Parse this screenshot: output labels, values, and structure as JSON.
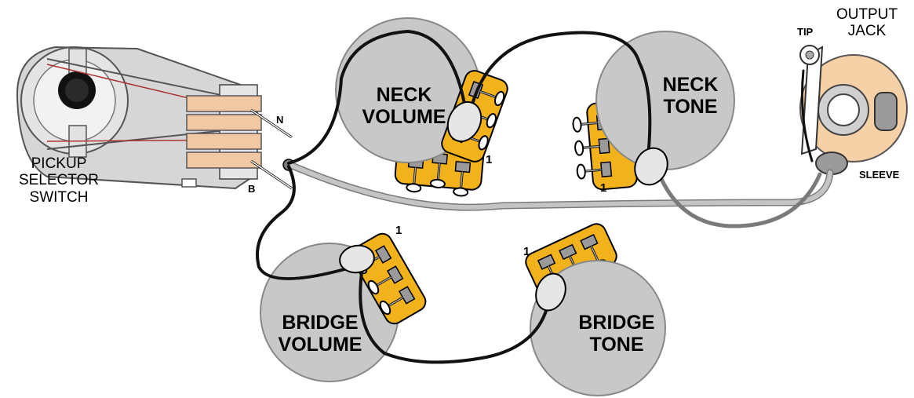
{
  "colors": {
    "pot_body": "#c8c8c8",
    "pot_outline": "#888888",
    "lug_plate": "#f2b21b",
    "wire_black": "#111111",
    "wire_shield": "#b8b8b8",
    "wire_shield_dark": "#7a7a7a",
    "jack_plate": "#f6d0a6",
    "switch_body": "#d6d6d6",
    "switch_copper": "#f2c7a3"
  },
  "labels": {
    "pickup_selector_switch": "PICKUP\nSELECTOR\nSWITCH",
    "switch_n": "N",
    "switch_b": "B",
    "neck_volume": "NECK\nVOLUME",
    "neck_tone": "NECK\nTONE",
    "bridge_volume": "BRIDGE\nVOLUME",
    "bridge_tone": "BRIDGE\nTONE",
    "output_jack": "OUTPUT\nJACK",
    "tip": "TIP",
    "sleeve": "SLEEVE",
    "lug_1": "1"
  },
  "icons": [
    "potentiometer-icon",
    "pickup-selector-switch-icon",
    "output-jack-icon",
    "solder-blob-icon"
  ]
}
